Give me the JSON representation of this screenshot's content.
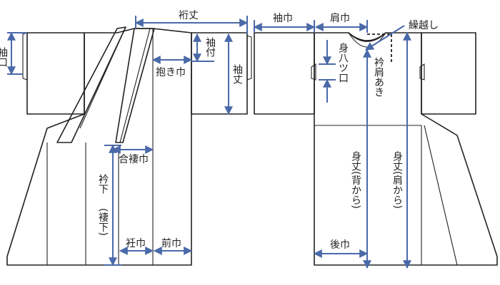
{
  "labels": {
    "sodeguchi": "袖口",
    "yukitake": "裄丈",
    "tsukeawase": "袖付",
    "sodetake": "袖丈",
    "dakihaba": "抱き巾",
    "aiokumi": "合褄巾",
    "eri_shita": "衿下",
    "tsuma_shita": "(褄下)",
    "okumi": "衽巾",
    "maehaba": "前巾",
    "sodehaba": "袖巾",
    "katahaba": "肩巾",
    "kurikoshi": "繰越し",
    "miyatsuguchi": "身八ツ口",
    "erikata": "衿肩あき",
    "mitake_back": "身丈(背から)",
    "mitake_shoulder": "身丈(肩から)",
    "ushirohaba": "後巾"
  },
  "colors": {
    "dimension_line": "#4a69a8",
    "outline": "#222222"
  }
}
